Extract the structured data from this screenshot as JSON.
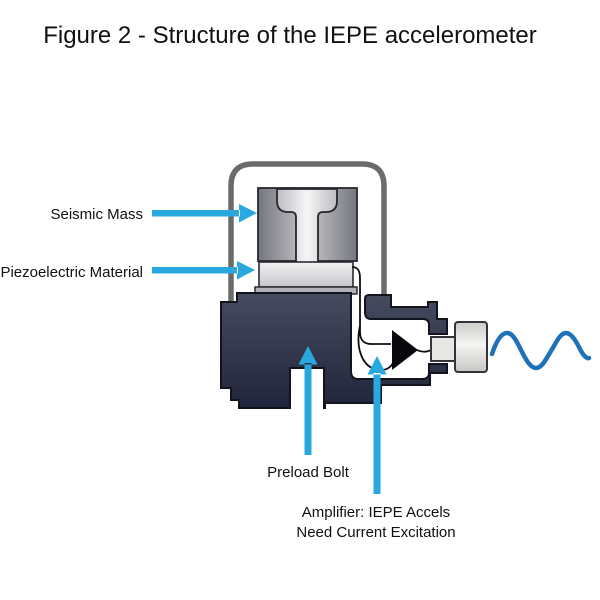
{
  "figure": {
    "title": "Figure 2 - Structure of the IEPE accelerometer",
    "labels": {
      "seismic_mass": "Seismic Mass",
      "piezoelectric_material": "Piezoelectric Material",
      "preload_bolt": "Preload Bolt",
      "amplifier_line1": "Amplifier: IEPE Accels",
      "amplifier_line2": "Need Current Excitation"
    },
    "colors": {
      "arrow": "#29A8E0",
      "signal": "#1F72B8",
      "amplifier": "#08080C",
      "housing_outline": "#6B6B6B",
      "base_dark": "#20243A",
      "base_light": "#474C60",
      "metal_gray": "#9A9AA1",
      "piezo_gray": "#D9D9DC",
      "bolt_light": "#F5F5F6",
      "text": "#111111"
    }
  }
}
